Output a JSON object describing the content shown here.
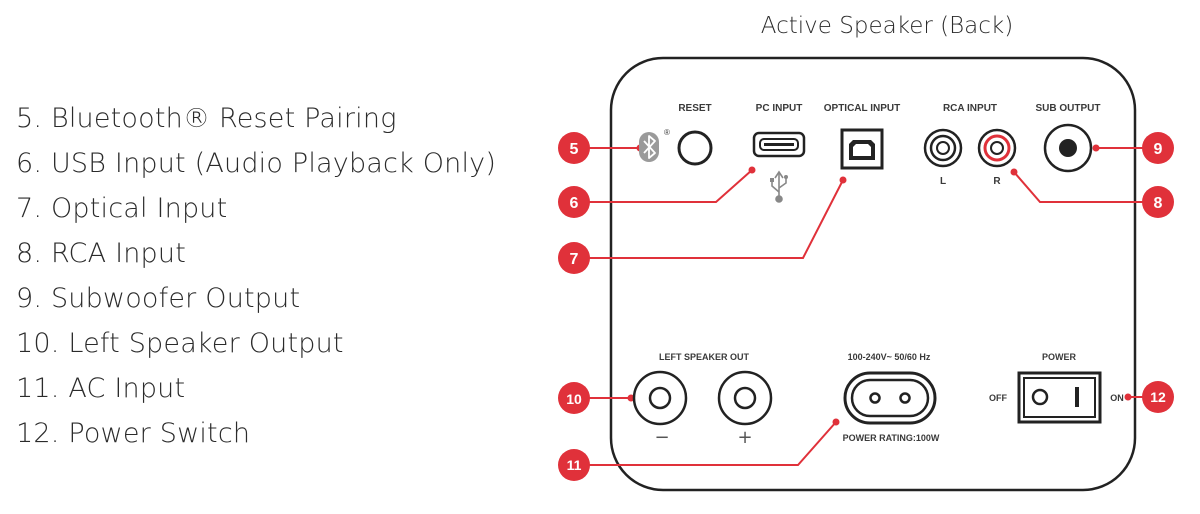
{
  "title": "Active Speaker (Back)",
  "legend": [
    {
      "id": "legend-5",
      "text": "5. Bluetooth® Reset Pairing"
    },
    {
      "id": "legend-6",
      "text": "6. USB Input (Audio Playback Only)"
    },
    {
      "id": "legend-7",
      "text": "7. Optical Input"
    },
    {
      "id": "legend-8",
      "text": "8. RCA Input"
    },
    {
      "id": "legend-9",
      "text": "9. Subwoofer Output"
    },
    {
      "id": "legend-10",
      "text": "10. Left Speaker Output"
    },
    {
      "id": "legend-11",
      "text": "11. AC Input"
    },
    {
      "id": "legend-12",
      "text": "12. Power Switch"
    }
  ],
  "panel_labels": {
    "reset": "RESET",
    "pc_input": "PC INPUT",
    "optical_input": "OPTICAL INPUT",
    "rca_input": "RCA INPUT",
    "rca_left": "L",
    "rca_right": "R",
    "sub_output": "SUB OUTPUT",
    "left_speaker_out": "LEFT SPEAKER OUT",
    "minus": "−",
    "plus": "+",
    "voltage": "100-240V~ 50/60 Hz",
    "power_rating": "POWER RATING:100W",
    "power": "POWER",
    "off": "OFF",
    "on": "ON",
    "registered": "®"
  },
  "badges": {
    "b5": "5",
    "b6": "6",
    "b7": "7",
    "b8": "8",
    "b9": "9",
    "b10": "10",
    "b11": "11",
    "b12": "12"
  },
  "colors": {
    "accent_red": "#e0313a",
    "panel_stroke": "#222222",
    "text": "#2b2b2b"
  },
  "icons": [
    "bluetooth-icon",
    "usb-icon"
  ]
}
